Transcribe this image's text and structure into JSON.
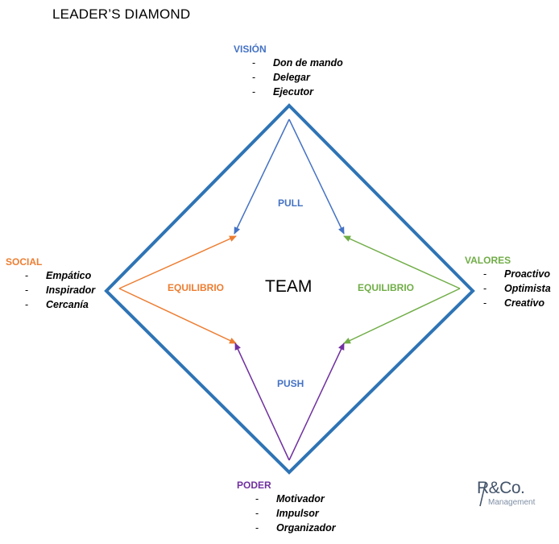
{
  "title": "LEADER’S DIAMOND",
  "center": {
    "label": "TEAM"
  },
  "groups": {
    "vision": {
      "label": "VISIÓN",
      "color": "#4472C4",
      "items": [
        "Don de mando",
        "Delegar",
        "Ejecutor"
      ]
    },
    "social": {
      "label": "SOCIAL",
      "color": "#ED7D31",
      "items": [
        "Empático",
        "Inspirador",
        "Cercanía"
      ]
    },
    "valores": {
      "label": "VALORES",
      "color": "#70AD47",
      "items": [
        "Proactivo",
        "Optimista",
        "Creativo"
      ]
    },
    "poder": {
      "label": "PODER",
      "color": "#7030A0",
      "items": [
        "Motivador",
        "Impulsor",
        "Organizador"
      ]
    }
  },
  "forces": {
    "pull": "PULL",
    "push": "PUSH",
    "equilibrio_left": "EQUILIBRIO",
    "equilibrio_right": "EQUILIBRIO"
  },
  "colors": {
    "diamond": "#2E74B5"
  },
  "logo": {
    "mark": "/R&Co.",
    "sub": "Management"
  }
}
